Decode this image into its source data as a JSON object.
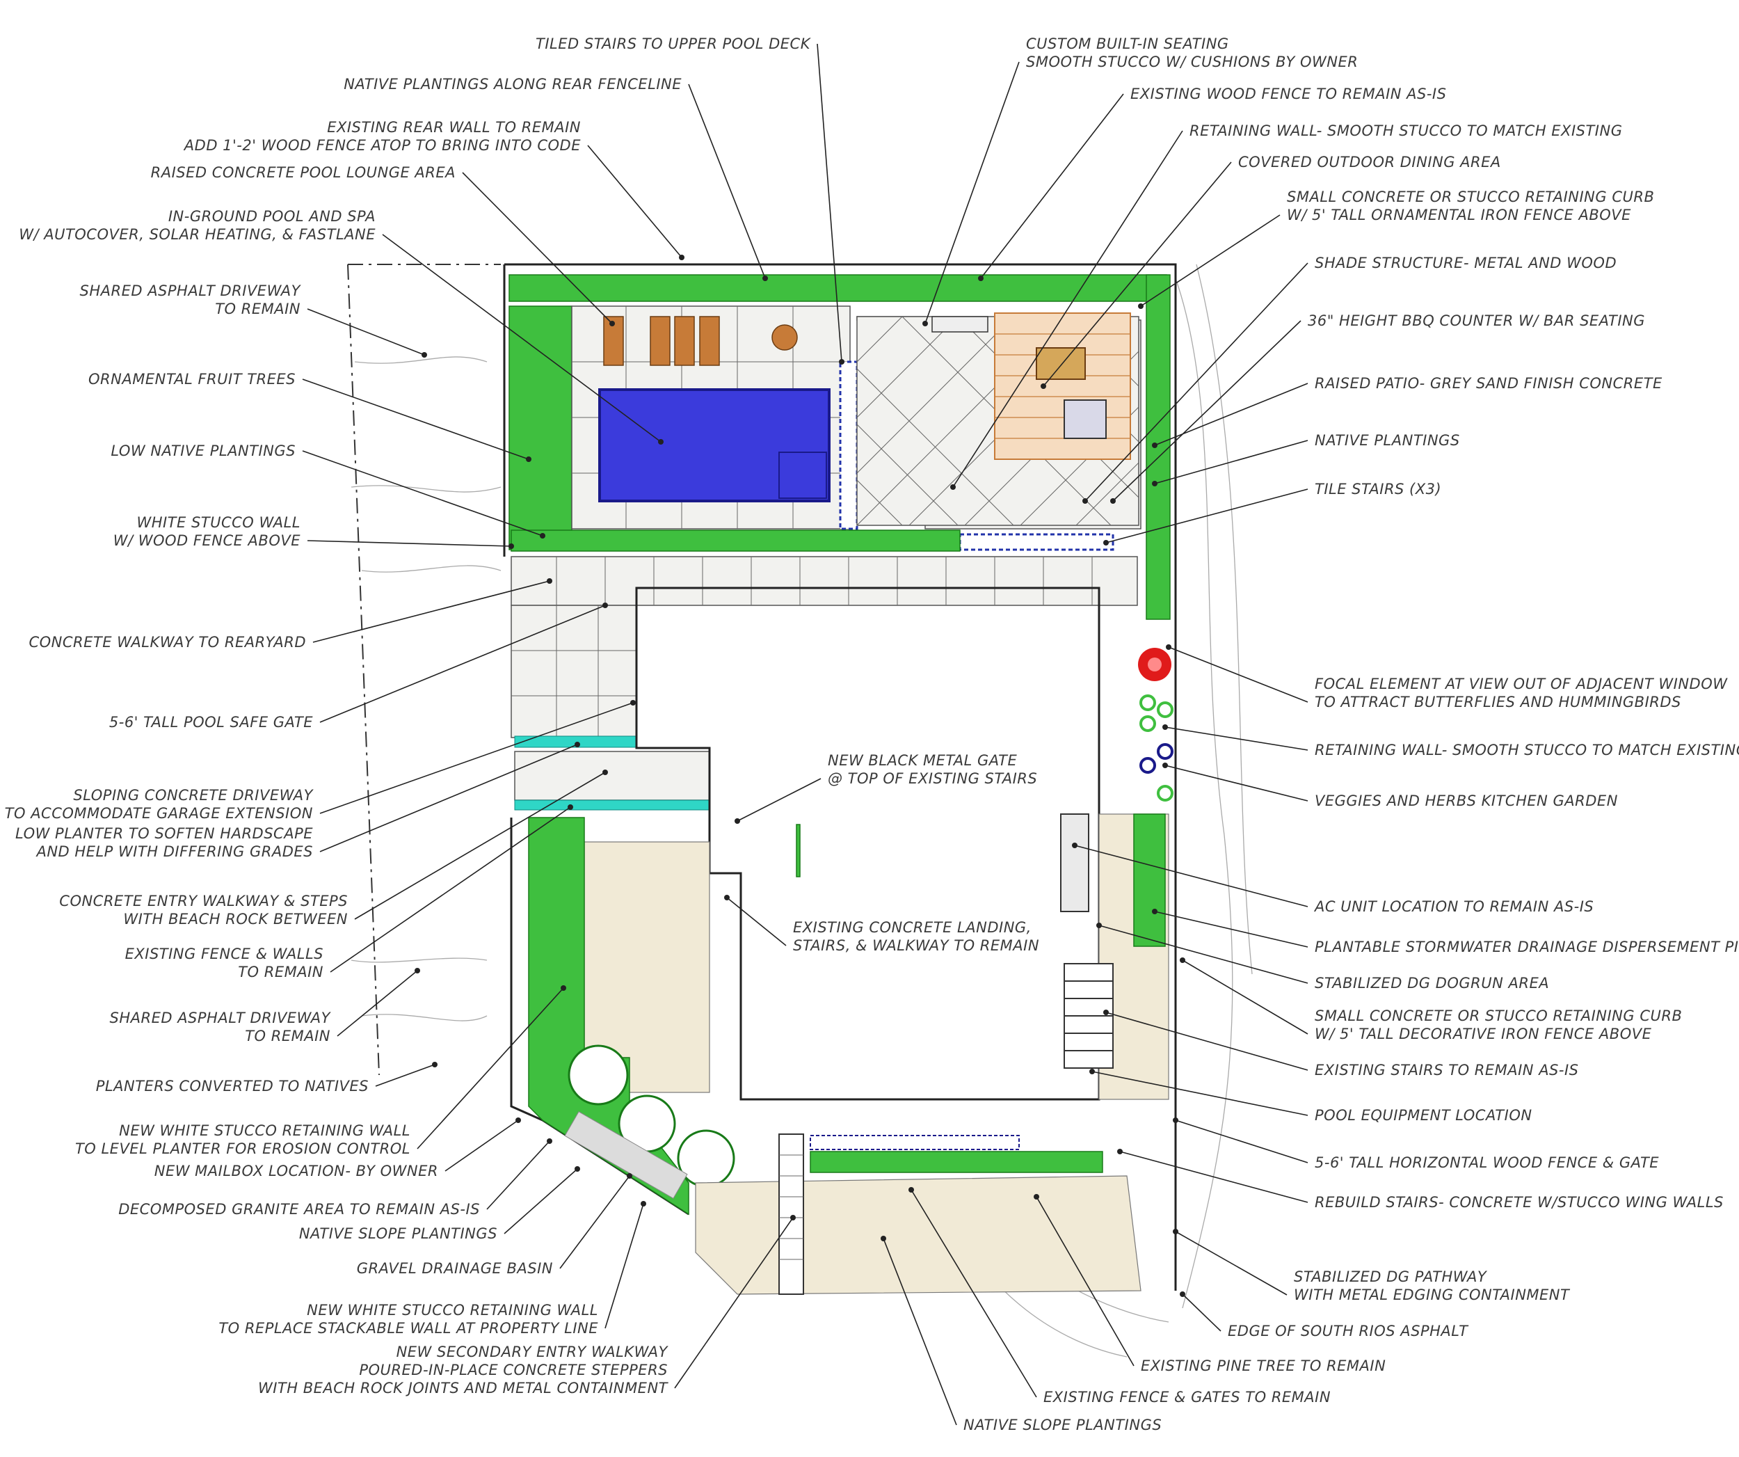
{
  "colors": {
    "pool": "#3b3bdc",
    "planting": "#3fbf3f",
    "wood": "#c77b38",
    "tile": "#2233aa",
    "teal": "#2fd6c6",
    "focal": "#e01b1b",
    "dg": "#f1ead6",
    "text": "#3a3a3a"
  },
  "left_labels": [
    [
      "TILED STAIRS  TO UPPER POOL DECK"
    ],
    [
      "NATIVE PLANTINGS ALONG REAR FENCELINE"
    ],
    [
      "EXISTING REAR WALL TO REMAIN",
      "ADD 1'-2' WOOD FENCE ATOP TO BRING INTO  CODE"
    ],
    [
      "RAISED CONCRETE POOL LOUNGE AREA"
    ],
    [
      "IN-GROUND POOL AND SPA",
      "W/ AUTOCOVER, SOLAR HEATING, & FASTLANE"
    ],
    [
      "SHARED ASPHALT DRIVEWAY",
      "TO REMAIN"
    ],
    [
      "ORNAMENTAL FRUIT TREES"
    ],
    [
      "LOW NATIVE PLANTINGS"
    ],
    [
      "WHITE STUCCO WALL",
      "W/ WOOD FENCE ABOVE"
    ],
    [
      "CONCRETE WALKWAY TO REARYARD"
    ],
    [
      "5-6' TALL POOL SAFE GATE"
    ],
    [
      "SLOPING CONCRETE DRIVEWAY",
      "TO ACCOMMODATE GARAGE EXTENSION"
    ],
    [
      "LOW PLANTER TO SOFTEN HARDSCAPE",
      "AND HELP WITH DIFFERING GRADES"
    ],
    [
      "CONCRETE ENTRY WALKWAY & STEPS",
      "WITH BEACH ROCK BETWEEN"
    ],
    [
      "EXISTING FENCE & WALLS",
      "TO REMAIN"
    ],
    [
      "SHARED ASPHALT DRIVEWAY",
      "TO REMAIN"
    ],
    [
      "PLANTERS CONVERTED TO NATIVES"
    ],
    [
      "NEW WHITE STUCCO RETAINING WALL",
      "TO LEVEL PLANTER FOR EROSION CONTROL"
    ],
    [
      "NEW MAILBOX LOCATION- BY OWNER"
    ],
    [
      "DECOMPOSED GRANITE AREA TO REMAIN AS-IS"
    ],
    [
      "NATIVE SLOPE PLANTINGS"
    ],
    [
      "GRAVEL DRAINAGE BASIN"
    ],
    [
      "NEW WHITE STUCCO RETAINING WALL",
      "TO REPLACE STACKABLE WALL AT PROPERTY LINE"
    ],
    [
      "NEW SECONDARY ENTRY WALKWAY",
      "POURED-IN-PLACE CONCRETE STEPPERS",
      "WITH BEACH ROCK JOINTS AND METAL CONTAINMENT"
    ]
  ],
  "right_labels": [
    [
      "CUSTOM BUILT-IN SEATING",
      "SMOOTH STUCCO W/ CUSHIONS BY OWNER"
    ],
    [
      "EXISTING WOOD FENCE TO REMAIN AS-IS"
    ],
    [
      "RETAINING WALL- SMOOTH STUCCO TO MATCH EXISTING"
    ],
    [
      "COVERED OUTDOOR DINING AREA"
    ],
    [
      "SMALL CONCRETE OR STUCCO RETAINING CURB",
      "W/ 5' TALL ORNAMENTAL IRON FENCE ABOVE"
    ],
    [
      "SHADE STRUCTURE- METAL AND WOOD"
    ],
    [
      "36\" HEIGHT BBQ COUNTER W/ BAR SEATING"
    ],
    [
      "RAISED PATIO- GREY SAND FINISH CONCRETE"
    ],
    [
      "NATIVE PLANTINGS"
    ],
    [
      "TILE STAIRS (X3)"
    ],
    [
      "FOCAL ELEMENT AT VIEW OUT OF ADJACENT WINDOW",
      "TO ATTRACT BUTTERFLIES AND HUMMINGBIRDS"
    ],
    [
      "RETAINING WALL- SMOOTH STUCCO TO MATCH EXISTING"
    ],
    [
      "VEGGIES AND HERBS KITCHEN GARDEN"
    ],
    [
      "AC UNIT LOCATION TO REMAIN AS-IS"
    ],
    [
      "PLANTABLE STORMWATER DRAINAGE DISPERSEMENT PIT"
    ],
    [
      "STABILIZED DG DOGRUN AREA"
    ],
    [
      "SMALL CONCRETE OR STUCCO RETAINING CURB",
      "W/ 5' TALL DECORATIVE IRON FENCE ABOVE"
    ],
    [
      "EXISTING STAIRS TO REMAIN AS-IS"
    ],
    [
      "POOL EQUIPMENT LOCATION"
    ],
    [
      "5-6' TALL HORIZONTAL WOOD FENCE & GATE"
    ],
    [
      "REBUILD STAIRS- CONCRETE W/STUCCO WING WALLS"
    ],
    [
      "STABILIZED DG PATHWAY",
      "WITH METAL EDGING CONTAINMENT"
    ],
    [
      "EDGE OF SOUTH RIOS ASPHALT"
    ],
    [
      "EXISTING PINE TREE TO REMAIN"
    ]
  ],
  "center_labels": [
    [
      "NEW BLACK METAL GATE",
      "@ TOP OF EXISTING STAIRS"
    ],
    [
      "EXISTING CONCRETE LANDING,",
      "STAIRS, & WALKWAY TO REMAIN"
    ],
    [
      "EXISTING FENCE & GATES TO REMAIN"
    ],
    [
      "NATIVE SLOPE PLANTINGS"
    ]
  ]
}
